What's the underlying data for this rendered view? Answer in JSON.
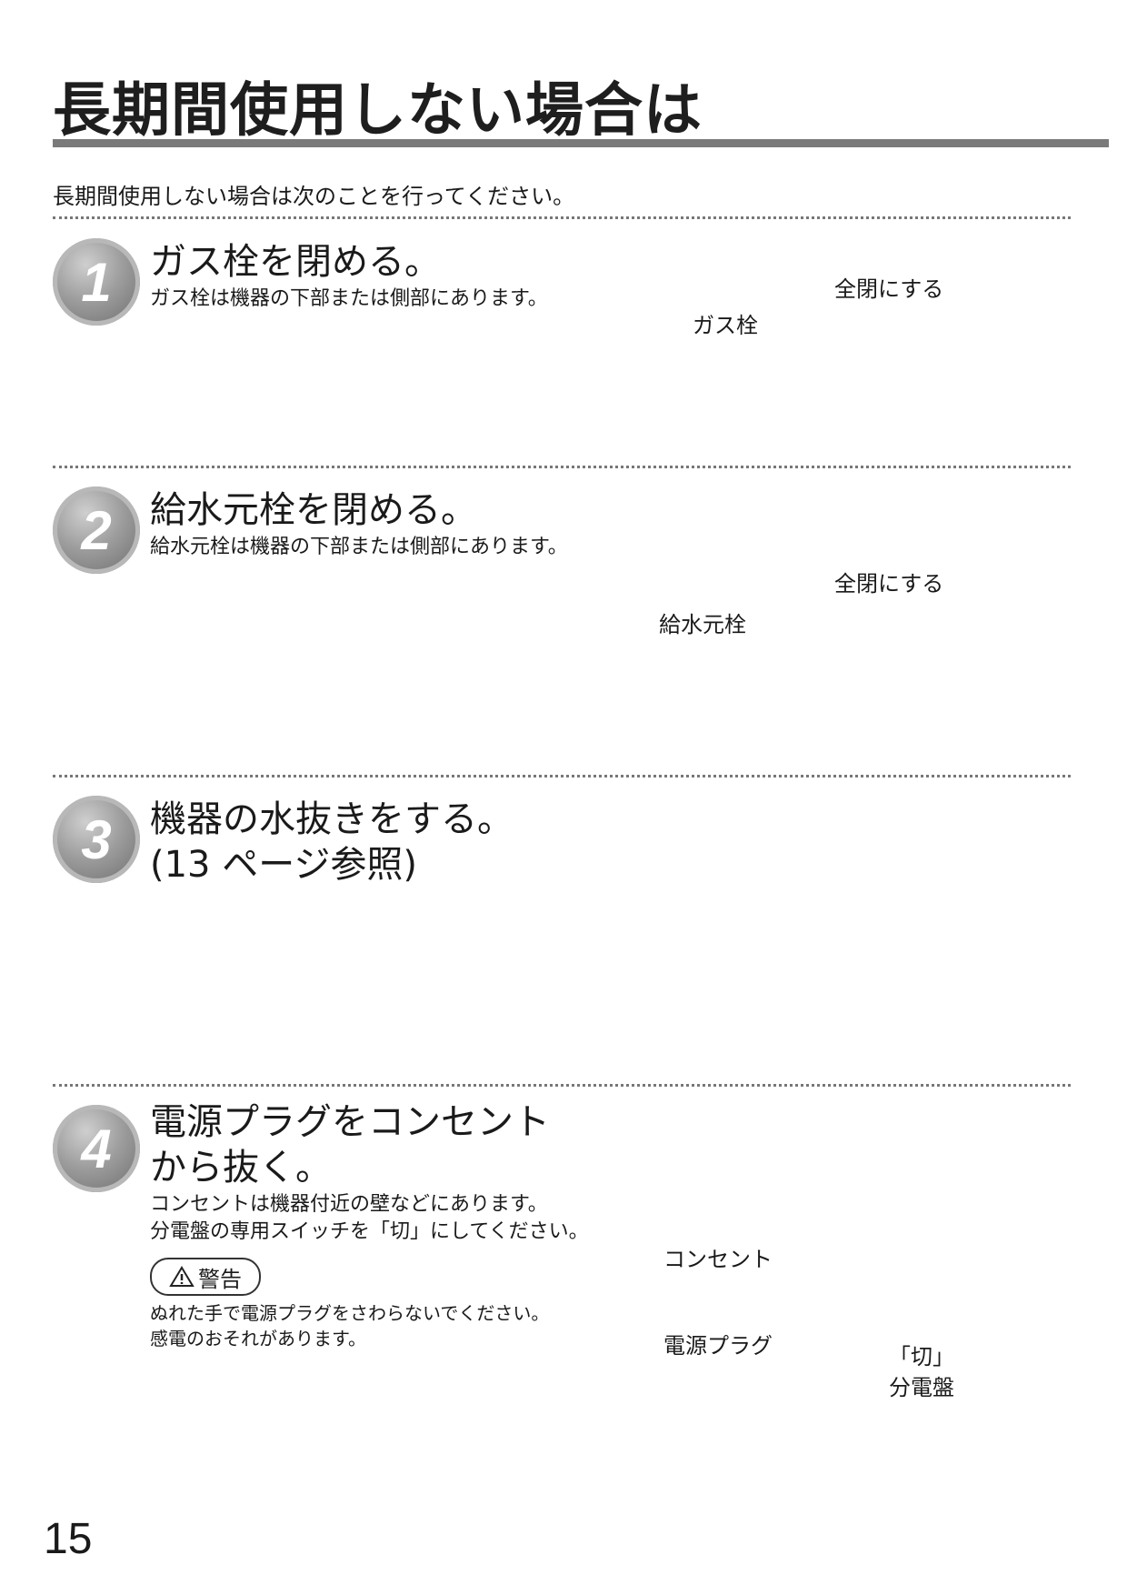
{
  "page": {
    "title": "長期間使用しない場合は",
    "intro": "長期間使用しない場合は次のことを行ってください。",
    "page_number": "15"
  },
  "steps": [
    {
      "number": "1",
      "title": "ガス栓を閉める。",
      "subtitle": "ガス栓は機器の下部または側部にあります。",
      "figure": {
        "valve_label": "ガス栓",
        "action_label": "全閉にする"
      }
    },
    {
      "number": "2",
      "title": "給水元栓を閉める。",
      "subtitle": "給水元栓は機器の下部または側部にあります。",
      "figure": {
        "valve_label": "給水元栓",
        "action_label": "全閉にする"
      }
    },
    {
      "number": "3",
      "title_line1": "機器の水抜きをする。",
      "title_line2": "(13 ページ参照)"
    },
    {
      "number": "4",
      "title_line1": "電源プラグをコンセント",
      "title_line2": "から抜く。",
      "desc_line1": "コンセントは機器付近の壁などにあります。",
      "desc_line2": "分電盤の専用スイッチを「切」にしてください。",
      "warning": {
        "icon": "warning-triangle-icon",
        "label": "警告",
        "line1": "ぬれた手で電源プラグをさわらないでください。",
        "line2": "感電のおそれがあります。"
      },
      "figure": {
        "outlet_label": "コンセント",
        "plug_label": "電源プラグ",
        "off_label": "「切」",
        "breaker_label": "分電盤"
      }
    }
  ]
}
